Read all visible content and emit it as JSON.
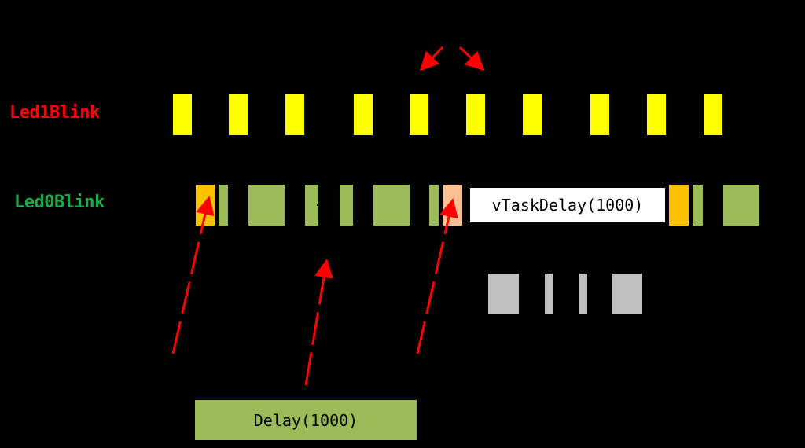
{
  "tasks": {
    "led1": {
      "label": "Led1Blink",
      "color": "#ff0000"
    },
    "led0": {
      "label": "Led0Blink",
      "color": "#1fa84a"
    }
  },
  "annotations": {
    "vtaskdelay": "vTaskDelay(1000)",
    "delay": "Delay(1000)"
  },
  "colors": {
    "led1_slice": "#ffff00",
    "led0_busy": "#9bbb59",
    "led0_led_on": "#ffc000",
    "led0_led_toggle": "#fac090",
    "idle": "#c0c0c0",
    "arrow": "#ff0000",
    "vtaskdelay_box": "#ffffff",
    "delay_box": "#9bbb59"
  }
}
